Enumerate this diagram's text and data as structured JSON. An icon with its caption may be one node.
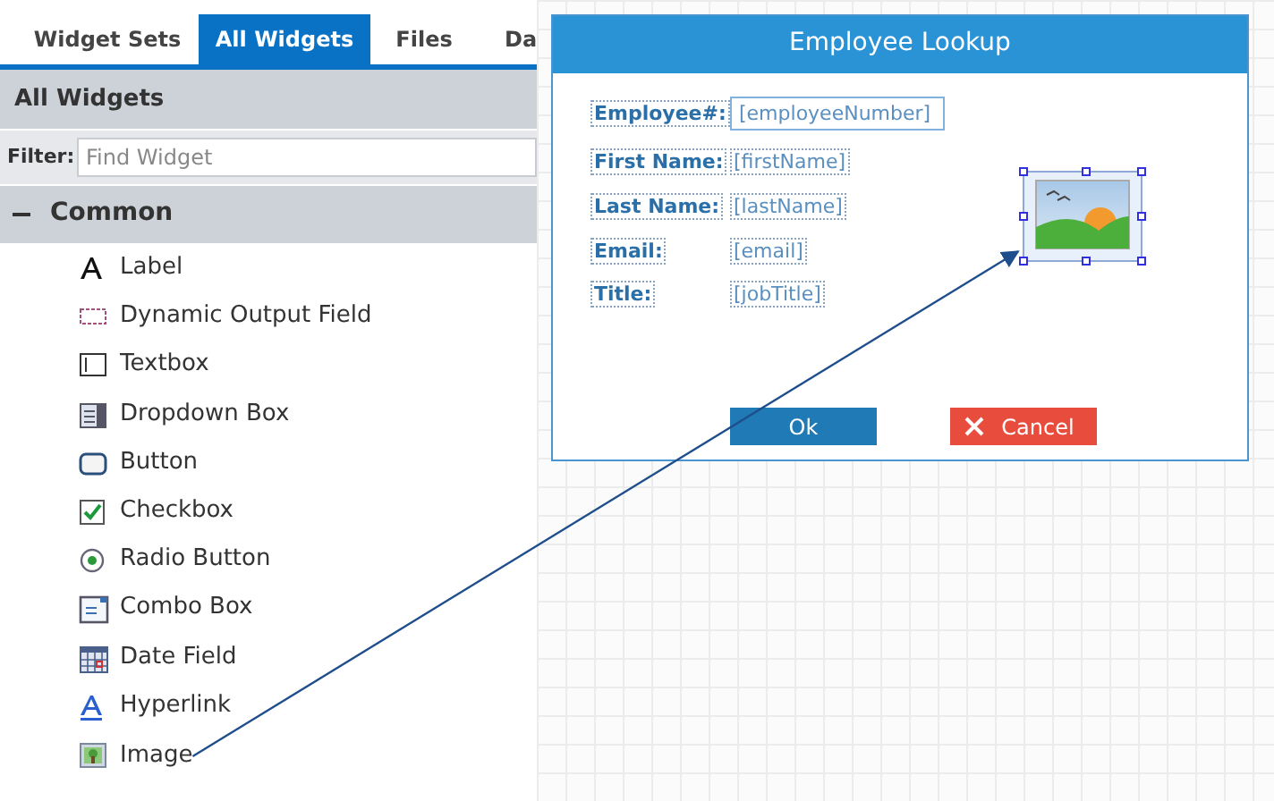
{
  "diagram": {
    "nodes": [
      {
        "text": [
          "Employee Lookup"
        ]
      },
      {
        "text": [],
        "shape": "picture",
        "in": 0
      },
      {
        "text": [
          "Image"
        ]
      }
    ],
    "edges": [
      {
        "from": 2,
        "to": 1,
        "arrow": "to"
      }
    ],
    "labels": [
      "Widget Sets",
      "All Widgets",
      "Files",
      "Da",
      "All Widgets",
      "Filter:",
      "Find Widget",
      "Common",
      "Label",
      "Dynamic Output Field",
      "Textbox",
      "Dropdown Box",
      "Button",
      "Checkbox",
      "Radio Button",
      "Combo Box",
      "Date Field",
      "Hyperlink",
      "Employee#:",
      "[employeeNumber]",
      "First Name:",
      "[firstName]",
      "Last Name:",
      "[lastName]",
      "Email:",
      "[email]",
      "Title:",
      "[jobTitle]",
      "Ok",
      "Cancel"
    ]
  }
}
